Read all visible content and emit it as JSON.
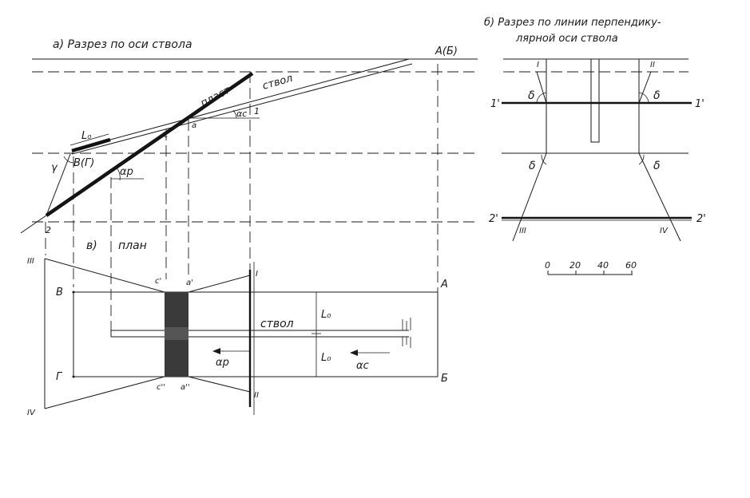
{
  "section_a": {
    "title": "а)   Разрез  по  оси  ствола"
  },
  "section_b": {
    "title_line1": "б) Разрез  по  линии  перпендику-",
    "title_line2": "лярной  оси  ствола"
  },
  "section_v": {
    "letter": "в)",
    "title": "план"
  },
  "labels": {
    "AB_top": "А(Б)",
    "VG": "В(Г)",
    "plast": "пласт",
    "stvol_section": "ствол",
    "stvol_plan": "ствол",
    "alpha_c": "αс",
    "alpha_p": "αр",
    "L0": "L₀",
    "gamma": "γ",
    "pt_1": "1",
    "pt_2": "2",
    "pt_a": "а",
    "pt_c": "с",
    "plan_c1": "с'",
    "plan_a1": "а'",
    "plan_c2": "с''",
    "plan_a2": "а''",
    "plan_A": "А",
    "plan_B": "Б",
    "plan_V": "В",
    "plan_G": "Г",
    "plan_L0_top": "L₀",
    "plan_L0_bottom": "L₀",
    "plan_alpha_p": "αр",
    "plan_alpha_c": "αс",
    "roman_I": "I",
    "roman_II": "II",
    "roman_III": "III",
    "roman_IV": "IV",
    "b_I": "I",
    "b_II": "II",
    "b_III": "III",
    "b_IV": "IV",
    "b_1l": "1'",
    "b_1r": "1'",
    "b_2l": "2'",
    "b_2r": "2'",
    "delta": "δ"
  },
  "scale": {
    "ticks": [
      "0",
      "20",
      "40",
      "60"
    ]
  }
}
